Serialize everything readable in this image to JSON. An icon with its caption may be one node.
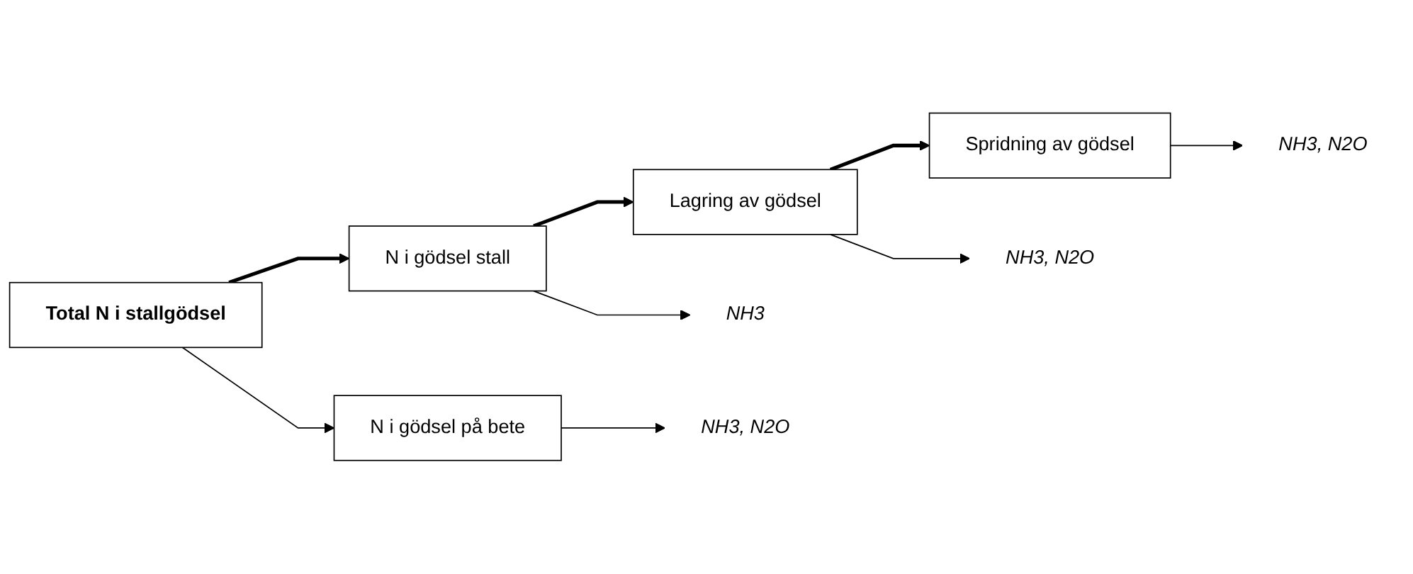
{
  "diagram": {
    "nodes": [
      {
        "text": [
          "Total N i stallgödsel"
        ]
      },
      {
        "text": [
          "N i gödsel stall"
        ]
      },
      {
        "text": [
          "Lagring av gödsel"
        ]
      },
      {
        "text": [
          "Spridning av gödsel"
        ]
      },
      {
        "text": [
          "N i gödsel på bete"
        ]
      },
      {
        "text": [
          "NH3"
        ]
      },
      {
        "text": [
          "NH3, N2O"
        ]
      },
      {
        "text": [
          "NH3, N2O"
        ]
      },
      {
        "text": [
          "NH3, N2O"
        ]
      }
    ],
    "edges": [
      {
        "from": 0,
        "to": 1,
        "arrow": "to",
        "style": "thick"
      },
      {
        "from": 1,
        "to": 2,
        "arrow": "to",
        "style": "thick"
      },
      {
        "from": 2,
        "to": 3,
        "arrow": "to",
        "style": "thick"
      },
      {
        "from": 0,
        "to": 4,
        "arrow": "to"
      },
      {
        "from": 1,
        "to": 5,
        "arrow": "to"
      },
      {
        "from": 2,
        "to": 6,
        "arrow": "to"
      },
      {
        "from": 3,
        "to": 7,
        "arrow": "to"
      },
      {
        "from": 4,
        "to": 8,
        "arrow": "to"
      }
    ]
  }
}
